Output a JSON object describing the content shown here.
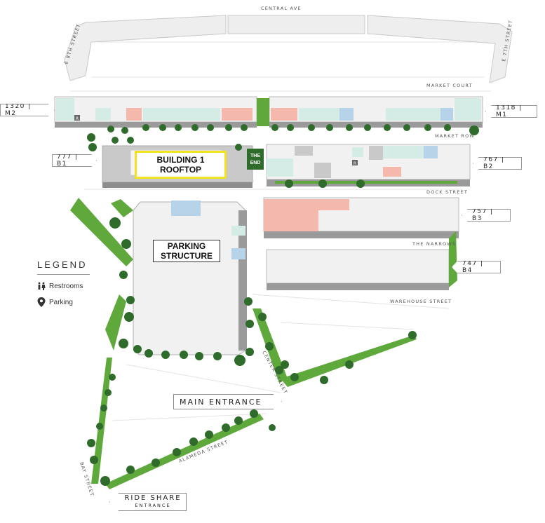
{
  "streets": {
    "central_ave": "CENTRAL AVE",
    "e_8th": "E 8TH STREET",
    "e_7th": "E 7TH STREET",
    "market_court": "MARKET COURT",
    "market_row": "MARKET ROW",
    "dock_street": "DOCK STREET",
    "the_narrows": "THE NARROWS",
    "warehouse_street": "WAREHOUSE STREET",
    "center_street": "CENTER STREET",
    "alameda_street": "ALAMEDA STREET",
    "bay_street": "BAY STREET"
  },
  "labels": {
    "building1_line1": "BUILDING 1",
    "building1_line2": "ROOFTOP",
    "parking_line1": "PARKING",
    "parking_line2": "STRUCTURE",
    "the_end_line1": "THE",
    "the_end_line2": "END"
  },
  "building_tags": {
    "m2": "1320 | M2",
    "m1": "1318 | M1",
    "b1": "777 | B1",
    "b2": "767 | B2",
    "b3": "757 | B3",
    "b4": "747 | B4"
  },
  "legend": {
    "title": "LEGEND",
    "restrooms": "Restrooms",
    "parking": "Parking",
    "restroom_marker": "R"
  },
  "entrances": {
    "main": "MAIN ENTRANCE",
    "ride_share_line1": "RIDE SHARE",
    "ride_share_line2": "ENTRANCE"
  },
  "colors": {
    "building": "#f1f1f1",
    "building_side": "#9a9a9a",
    "green": "#5fa83c",
    "tree": "#2f6b2a",
    "teal_tenant": "#d5ece6",
    "pink_tenant": "#f5b8ad",
    "blue_tenant": "#b7d3ea",
    "rooftop_highlight": "#f2e21f"
  }
}
